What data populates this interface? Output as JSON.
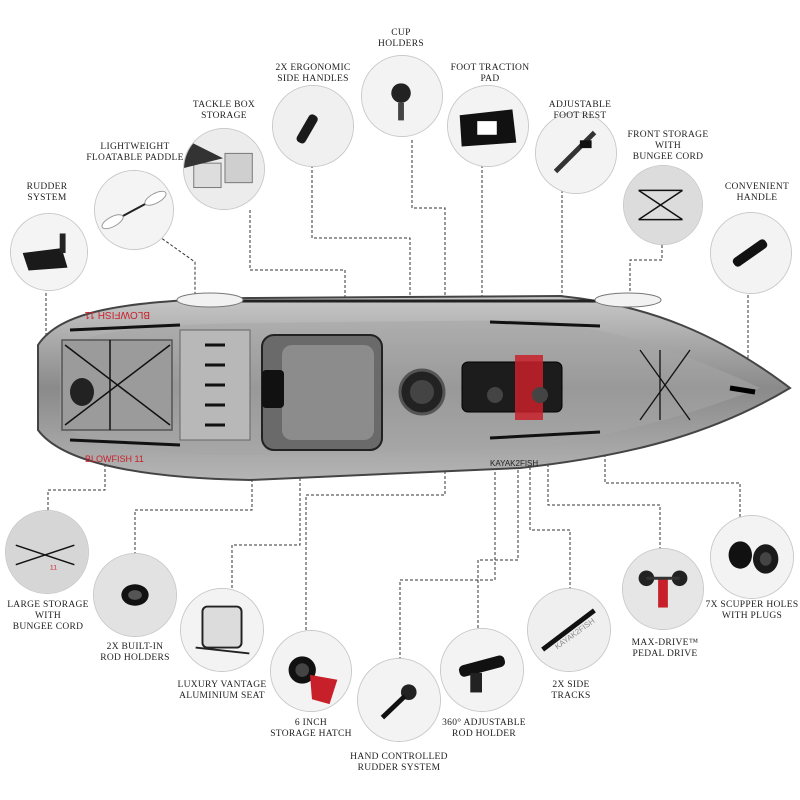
{
  "features": [
    {
      "id": "rudder-system",
      "lines": [
        "RUDDER",
        "SYSTEM"
      ]
    },
    {
      "id": "lightweight-paddle",
      "lines": [
        "LIGHTWEIGHT",
        "FLOATABLE PADDLE"
      ]
    },
    {
      "id": "tackle-box",
      "lines": [
        "TACKLE BOX",
        "STORAGE"
      ]
    },
    {
      "id": "side-handles",
      "lines": [
        "2X ERGONOMIC",
        "SIDE HANDLES"
      ]
    },
    {
      "id": "cup-holders",
      "lines": [
        "CUP",
        "HOLDERS"
      ]
    },
    {
      "id": "foot-traction-pad",
      "lines": [
        "FOOT TRACTION",
        "PAD"
      ]
    },
    {
      "id": "adjustable-foot-rest",
      "lines": [
        "ADJUSTABLE",
        "FOOT REST"
      ]
    },
    {
      "id": "front-storage",
      "lines": [
        "FRONT STORAGE",
        "WITH",
        "BUNGEE CORD"
      ]
    },
    {
      "id": "convenient-handle",
      "lines": [
        "CONVENIENT",
        "HANDLE"
      ]
    },
    {
      "id": "large-storage",
      "lines": [
        "LARGE STORAGE",
        "WITH",
        "BUNGEE CORD"
      ]
    },
    {
      "id": "rod-holders",
      "lines": [
        "2X BUILT-IN",
        "ROD HOLDERS"
      ]
    },
    {
      "id": "luxury-seat",
      "lines": [
        "LUXURY VANTAGE",
        "ALUMINIUM SEAT"
      ]
    },
    {
      "id": "storage-hatch",
      "lines": [
        "6 INCH",
        "STORAGE HATCH"
      ]
    },
    {
      "id": "hand-rudder",
      "lines": [
        "HAND CONTROLLED",
        "RUDDER SYSTEM"
      ]
    },
    {
      "id": "adjustable-rod-holder",
      "lines": [
        "360° ADJUSTABLE",
        "ROD HOLDER"
      ]
    },
    {
      "id": "side-tracks",
      "lines": [
        "2X SIDE",
        "TRACKS"
      ]
    },
    {
      "id": "pedal-drive",
      "lines": [
        "MAX-DRIVE™",
        "PEDAL DRIVE"
      ]
    },
    {
      "id": "scupper-holes",
      "lines": [
        "7X SCUPPER HOLES",
        "WITH PLUGS"
      ]
    }
  ],
  "kayak": {
    "brand_text": "KAYAK2FISH",
    "model_text": "BLOWFISH 11"
  },
  "colors": {
    "line": "#333333",
    "circle_border": "#c9c9c9",
    "hull": "#9a9a9a",
    "accent_red": "#c8202a"
  }
}
